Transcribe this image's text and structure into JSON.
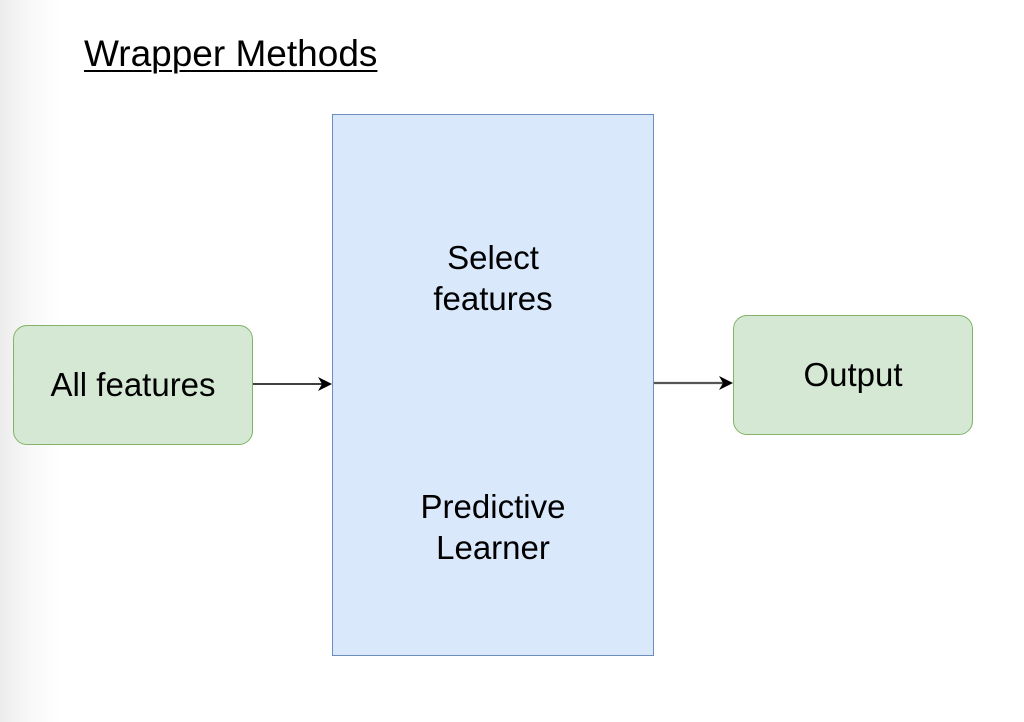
{
  "diagram": {
    "title": "Wrapper Methods",
    "nodes": {
      "all_features": "All features",
      "wrapper_box": {
        "step_1": "Select\nfeatures",
        "step_2": "Predictive\nLearner"
      },
      "output": "Output"
    },
    "edges": [
      {
        "from": "All features",
        "to": "wrapper_box"
      },
      {
        "from": "wrapper_box",
        "to": "Output"
      }
    ],
    "colors": {
      "input_output_fill": "#d5e8d4",
      "input_output_border": "#82b366",
      "wrapper_fill": "#dae8fc",
      "wrapper_border": "#6c8ebf",
      "arrow": "#000000"
    }
  }
}
